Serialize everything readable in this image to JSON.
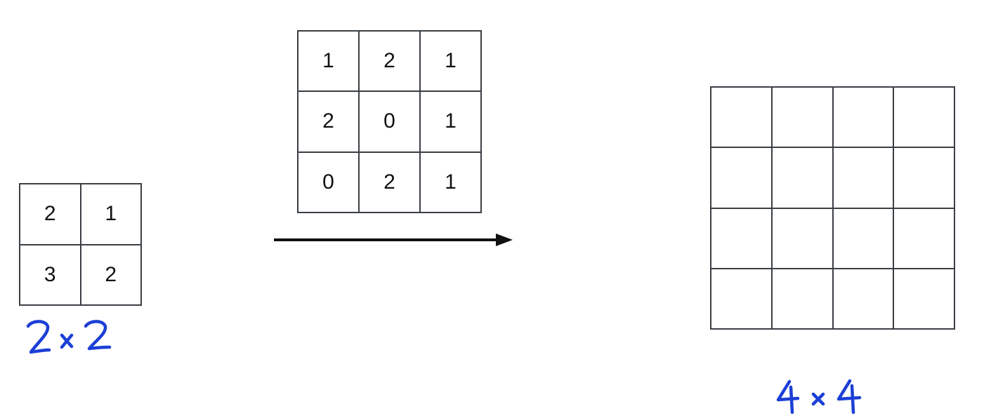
{
  "input_matrix": {
    "size_label": "2×2",
    "cells": [
      "2",
      "1",
      "3",
      "2"
    ]
  },
  "kernel_matrix": {
    "cells": [
      "1",
      "2",
      "1",
      "2",
      "0",
      "1",
      "0",
      "2",
      "1"
    ]
  },
  "output_matrix": {
    "size_label": "4×4",
    "cells": [
      "",
      "",
      "",
      "",
      "",
      "",
      "",
      "",
      "",
      "",
      "",
      "",
      "",
      "",
      "",
      ""
    ]
  },
  "colors": {
    "grid_line": "#3a3f44",
    "text": "#111111",
    "arrow": "#111111",
    "handwriting": "#1c3fd6"
  },
  "icons": {
    "arrow": "right-arrow-icon"
  }
}
